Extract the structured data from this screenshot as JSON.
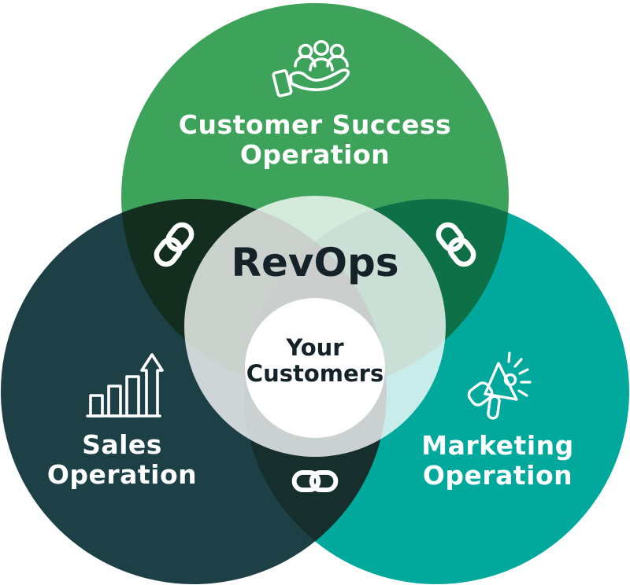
{
  "diagram": {
    "center": {
      "title": "RevOps",
      "inner_line1": "Your",
      "inner_line2": "Customers",
      "text_color": "#152228",
      "inner_circle_color": "#FFFFFF"
    },
    "circles": [
      {
        "id": "customer-success",
        "label_line1": "Customer Success",
        "label_line2": "Operation",
        "color": "#3DA35B",
        "icon": "people-in-hand-icon"
      },
      {
        "id": "sales",
        "label_line1": "Sales",
        "label_line2": "Operation",
        "color": "#1D4046",
        "icon": "bar-chart-growth-icon"
      },
      {
        "id": "marketing",
        "label_line1": "Marketing",
        "label_line2": "Operation",
        "color": "#00A99C",
        "icon": "megaphone-icon"
      }
    ],
    "overlaps": {
      "top_left": "#132D1F",
      "top_right": "#0E7046",
      "bottom": "#162F2D",
      "triple": "#0E231D"
    },
    "label_color": "#FFFFFF",
    "connector_icon": "chain-link-icon"
  }
}
